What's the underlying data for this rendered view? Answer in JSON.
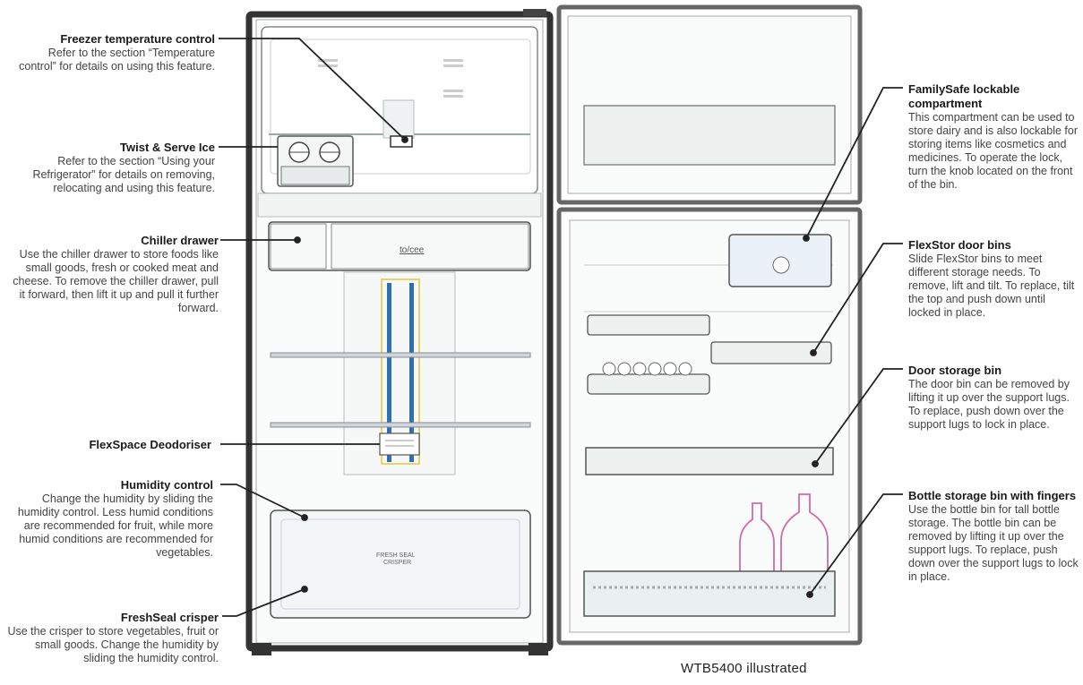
{
  "callouts_left": [
    {
      "title": "Freezer temperature control",
      "desc": "Refer to the section “Temperature control” for details on using this feature."
    },
    {
      "title": "Twist & Serve Ice",
      "desc": "Refer to the section “Using your Refrigerator” for details on removing, relocating and using this feature."
    },
    {
      "title": "Chiller drawer",
      "desc": "Use the chiller drawer to store foods like small goods, fresh or cooked meat and cheese. To remove the chiller drawer, pull it forward, then lift it up and pull it further forward."
    },
    {
      "title": "FlexSpace Deodoriser",
      "desc": ""
    },
    {
      "title": "Humidity control",
      "desc": "Change the humidity by sliding the humidity control. Less humid conditions are recommended for fruit, while more humid conditions are recommended for vegetables."
    },
    {
      "title": "FreshSeal crisper",
      "desc": "Use the crisper to store vegetables, fruit or small goods. Change the humidity by sliding the humidity control."
    }
  ],
  "callouts_right": [
    {
      "title": "FamilySafe lockable compartment",
      "desc": "This compartment can be used to store dairy and is also lockable for storing items like cosmetics and medicines. To operate the lock, turn the knob located on the front of the bin."
    },
    {
      "title": "FlexStor door bins",
      "desc": "Slide FlexStor bins to meet different storage needs. To remove, lift and tilt. To replace, tilt the top and push down until locked in place."
    },
    {
      "title": "Door storage bin",
      "desc": "The door bin can be removed by lifting it up over the support lugs. To replace, push down over the support lugs to lock in place."
    },
    {
      "title": "Bottle storage bin with fingers",
      "desc": "Use the bottle bin for tall bottle storage. The bottle bin can be removed by lifting it up over the support lugs. To replace, push down over the support lugs to lock in place."
    }
  ],
  "fridge_text": {
    "crisper_label_1": "FRESH SEAL",
    "crisper_label_2": "CRISPER",
    "chiller_label": "to/cee"
  },
  "caption": "WTB5400 illustrated",
  "colors": {
    "outline": "#333333",
    "shelf": "#cfd8d6",
    "blue_strip": "#2f6fb5",
    "yellow_strip": "#e8d36a",
    "bottle": "#d46aa8"
  }
}
